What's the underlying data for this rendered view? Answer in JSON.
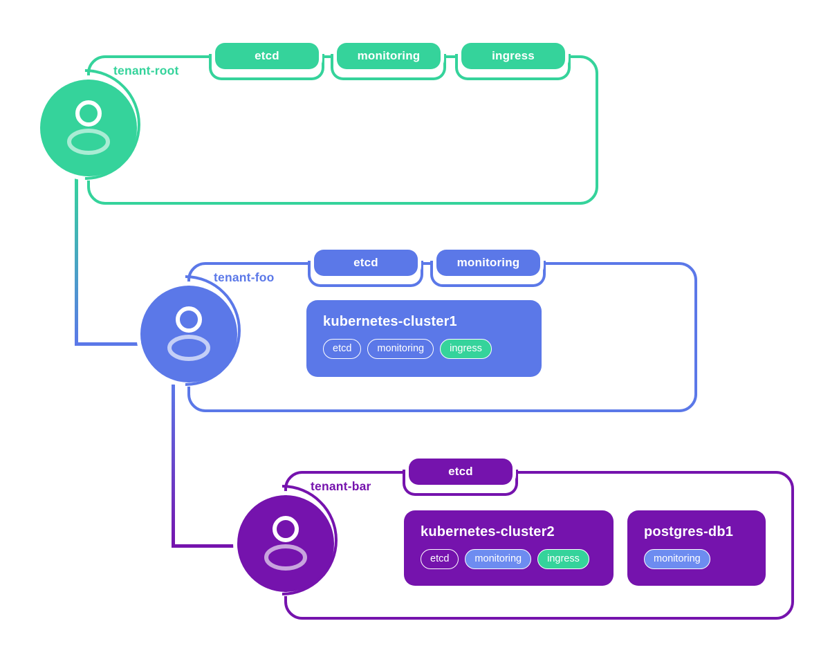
{
  "colors": {
    "root_green": "#35d39b",
    "foo_blue": "#5b78e8",
    "bar_purple": "#7513ad",
    "pill_blue": "#6d8cf0",
    "pill_green": "#35d39b",
    "background": "#ffffff"
  },
  "tenants": [
    {
      "label": "tenant-root",
      "tabs": [
        "etcd",
        "monitoring",
        "ingress"
      ],
      "cards": []
    },
    {
      "label": "tenant-foo",
      "tabs": [
        "etcd",
        "monitoring"
      ],
      "cards": [
        {
          "title": "kubernetes-cluster1",
          "pills": [
            {
              "label": "etcd"
            },
            {
              "label": "monitoring"
            },
            {
              "label": "ingress"
            }
          ]
        }
      ]
    },
    {
      "label": "tenant-bar",
      "tabs": [
        "etcd"
      ],
      "cards": [
        {
          "title": "kubernetes-cluster2",
          "pills": [
            {
              "label": "etcd"
            },
            {
              "label": "monitoring"
            },
            {
              "label": "ingress"
            }
          ]
        },
        {
          "title": "postgres-db1",
          "pills": [
            {
              "label": "monitoring"
            }
          ]
        }
      ]
    }
  ]
}
